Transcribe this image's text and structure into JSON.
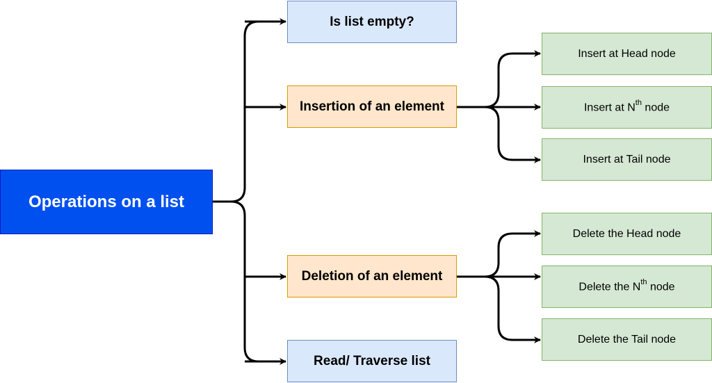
{
  "colors": {
    "root_fill": "#0050ef",
    "root_stroke": "#001dbc",
    "root_text": "#ffffff",
    "blue_fill": "#dae8fc",
    "blue_stroke": "#6c8ebf",
    "orange_fill": "#ffe6cc",
    "orange_stroke": "#d79b00",
    "green_fill": "#d5e8d4",
    "green_stroke": "#82b366",
    "connector": "#000000"
  },
  "root": {
    "label": "Operations on a list"
  },
  "level1": [
    {
      "id": "empty",
      "label": "Is list empty?",
      "style": "blue"
    },
    {
      "id": "insert",
      "label": "Insertion of an element",
      "style": "orange"
    },
    {
      "id": "delete",
      "label": "Deletion of an element",
      "style": "orange"
    },
    {
      "id": "read",
      "label": "Read/ Traverse list",
      "style": "blue"
    }
  ],
  "insertion_children": [
    {
      "pre": "Insert at Head node",
      "sup": "",
      "post": ""
    },
    {
      "pre": "Insert at N",
      "sup": "th",
      "post": " node"
    },
    {
      "pre": "Insert at Tail node",
      "sup": "",
      "post": ""
    }
  ],
  "deletion_children": [
    {
      "pre": "Delete the Head node",
      "sup": "",
      "post": ""
    },
    {
      "pre": "Delete the N",
      "sup": "th",
      "post": " node"
    },
    {
      "pre": "Delete the Tail node",
      "sup": "",
      "post": ""
    }
  ]
}
